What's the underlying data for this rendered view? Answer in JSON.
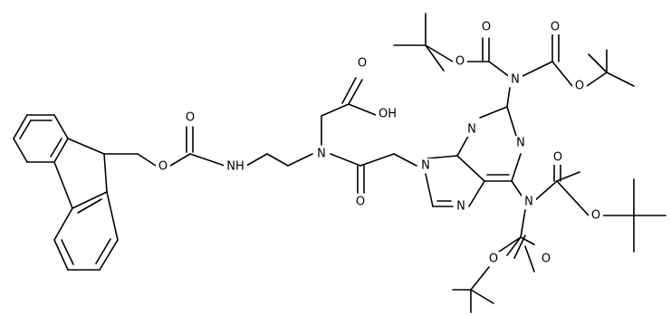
{
  "atom_labels": {
    "fmoc_ester_o": "O",
    "fmoc_carbonyl_o": "O",
    "carbamate_nh": "NH",
    "backbone_n": "N",
    "amide_o": "O",
    "acid_carbonyl_o": "O",
    "acid_oh": "OH",
    "n9": "N",
    "n7": "N",
    "n3": "N",
    "n1": "N",
    "n2_amino": "N",
    "n6_amino": "N",
    "boc1_carbonyl_o": "O",
    "boc1_ester_o": "O",
    "boc2_carbonyl_o": "O",
    "boc2_ester_o": "O",
    "boc3_carbonyl_o": "O",
    "boc3_ester_o": "O",
    "boc4_carbonyl_o": "O",
    "boc4_ester_o": "O"
  }
}
